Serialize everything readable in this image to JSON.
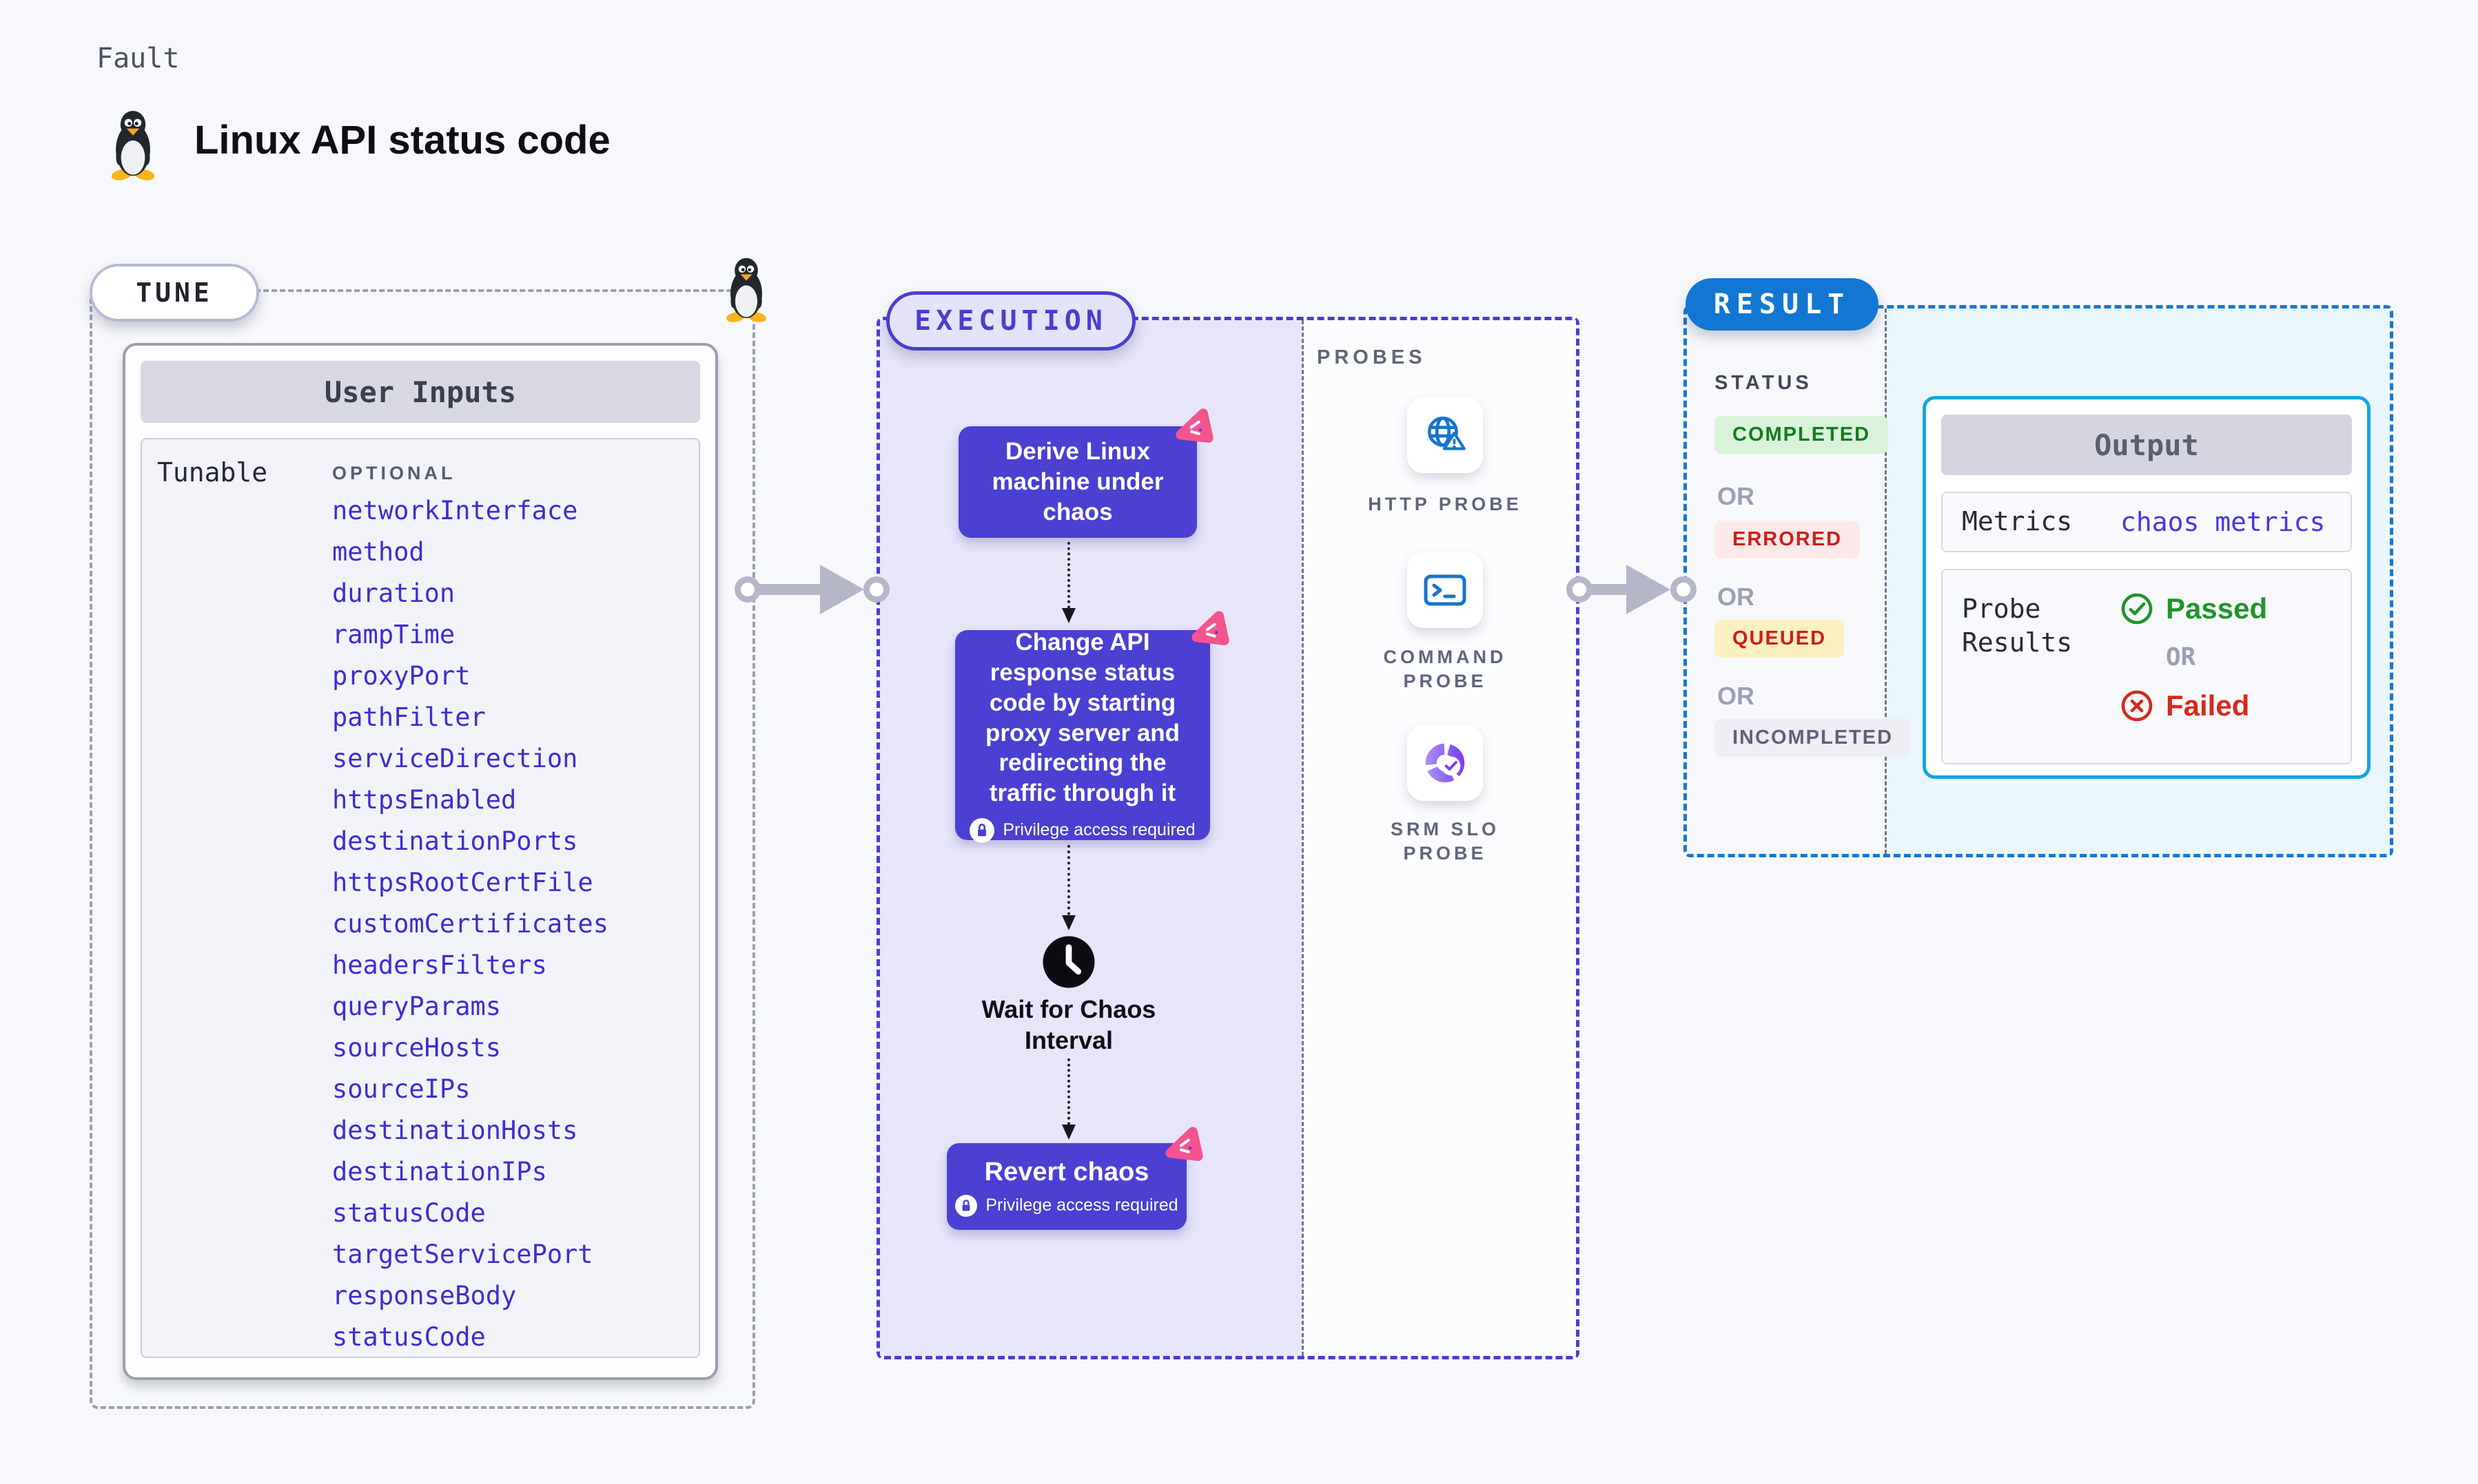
{
  "page": {
    "eyebrow": "Fault",
    "title": "Linux API status code"
  },
  "tune": {
    "badge": "TUNE",
    "panel_title": "User Inputs",
    "row_label": "Tunable",
    "column_header": "OPTIONAL",
    "tunables": [
      "networkInterface",
      "method",
      "duration",
      "rampTime",
      "proxyPort",
      "pathFilter",
      "serviceDirection",
      "httpsEnabled",
      "destinationPorts",
      "httpsRootCertFile",
      "customCertificates",
      "headersFilters",
      "queryParams",
      "sourceHosts",
      "sourceIPs",
      "destinationHosts",
      "destinationIPs",
      "statusCode",
      "targetServicePort",
      "responseBody",
      "statusCode"
    ]
  },
  "execution": {
    "badge": "EXECUTION",
    "steps": {
      "derive": "Derive Linux machine under chaos",
      "inject": "Change API response status code by starting proxy server and redirecting the traffic through it",
      "wait": "Wait for Chaos Interval",
      "revert": "Revert chaos"
    },
    "privilege_note": "Privilege access required"
  },
  "probes": {
    "heading": "PROBES",
    "items": [
      {
        "label": "HTTP PROBE",
        "icon": "globe-alert-icon"
      },
      {
        "label": "COMMAND PROBE",
        "icon": "terminal-icon"
      },
      {
        "label": "SRM SLO PROBE",
        "icon": "donut-check-icon"
      }
    ]
  },
  "result": {
    "badge": "RESULT",
    "status_heading": "STATUS",
    "or_label": "OR",
    "statuses": [
      "COMPLETED",
      "ERRORED",
      "QUEUED",
      "INCOMPLETED"
    ],
    "output": {
      "title": "Output",
      "metrics_label": "Metrics",
      "metrics_value": "chaos metrics",
      "probe_results_label": "Probe Results",
      "passed": "Passed",
      "failed": "Failed"
    }
  },
  "icons": {
    "fault": "tux-penguin",
    "wait_step": "clock",
    "privilege": "lock",
    "node_corner": "chaos-triangle",
    "passed": "check-circle",
    "failed": "x-circle"
  },
  "colors": {
    "page_bg": "#f7f8fc",
    "indigo": "#4a3ed0",
    "node_indigo": "#4b40d2",
    "lavender": "#e6e5f9",
    "result_blue": "#1277d2",
    "cyan_border": "#14a5de",
    "cyan_bg": "#e9f6fb",
    "pink_badge": "#f5548e",
    "probe_blue": "#1774cf",
    "tunable_link": "#3b2ed2",
    "green": "#1f9428",
    "red": "#ce1d1d",
    "completed_bg": "#d9f2da",
    "errored_bg": "#fbe9e9",
    "queued_bg": "#faf0c0",
    "incompleted_bg": "#ededf3"
  }
}
